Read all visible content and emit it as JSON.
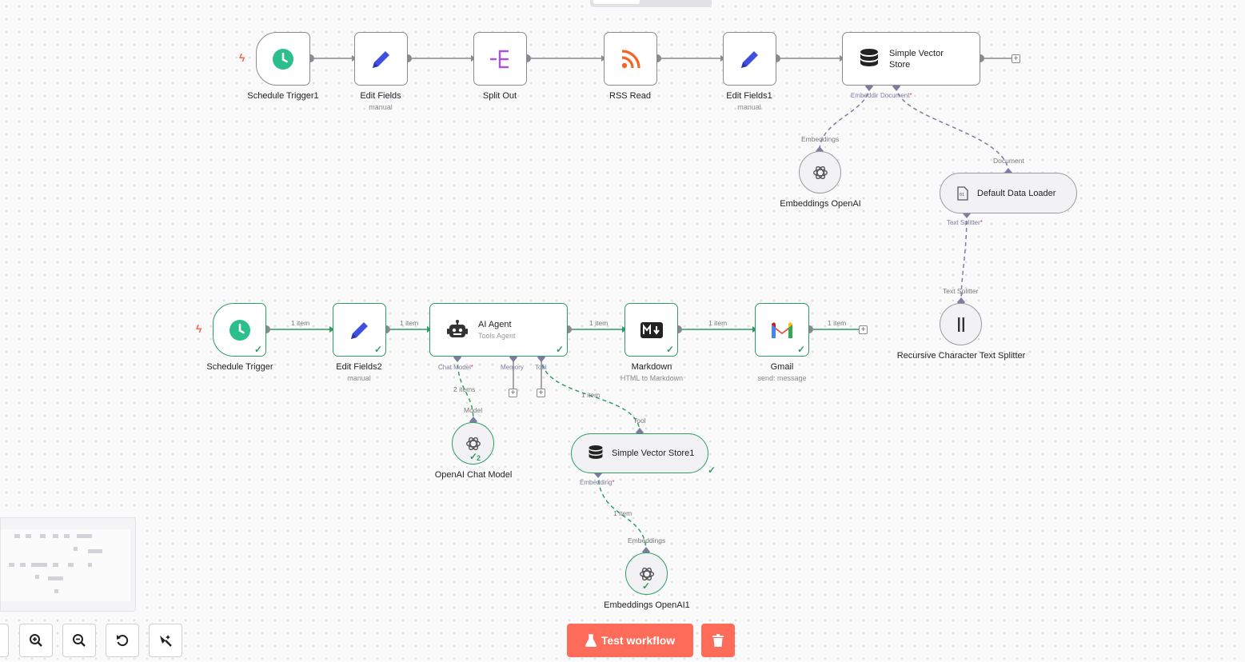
{
  "nodes": {
    "schedule_trigger1": {
      "label": "Schedule Trigger1"
    },
    "edit_fields": {
      "label": "Edit Fields",
      "subtitle": "manual"
    },
    "split_out": {
      "label": "Split Out"
    },
    "rss_read": {
      "label": "RSS Read"
    },
    "edit_fields1": {
      "label": "Edit Fields1",
      "subtitle": "manual"
    },
    "simple_vector_store": {
      "label": "Simple Vector Store"
    },
    "embeddings_openai": {
      "label": "Embeddings OpenAI"
    },
    "default_data_loader": {
      "label": "Default Data Loader"
    },
    "recursive_splitter": {
      "label": "Recursive Character Text Splitter"
    },
    "schedule_trigger": {
      "label": "Schedule Trigger"
    },
    "edit_fields2": {
      "label": "Edit Fields2",
      "subtitle": "manual"
    },
    "ai_agent": {
      "label": "AI Agent",
      "subtitle": "Tools Agent"
    },
    "markdown": {
      "label": "Markdown",
      "subtitle": "HTML to Markdown"
    },
    "gmail": {
      "label": "Gmail",
      "subtitle": "send: message"
    },
    "openai_chat_model": {
      "label": "OpenAI Chat Model",
      "run_count": "2"
    },
    "simple_vector_store1": {
      "label": "Simple Vector Store1"
    },
    "embeddings_openai1": {
      "label": "Embeddings OpenAI1"
    }
  },
  "ports": {
    "embedding_short": "Embeddir",
    "document": "Document",
    "embeddings": "Embeddings",
    "text_splitter": "Text Splitter",
    "chat_model": "Chat Model",
    "memory": "Memory",
    "tool": "Tool",
    "model": "Model",
    "embedding": "Embedding",
    "required_mark": "*"
  },
  "edge_labels": {
    "one_item": "1 item",
    "two_items": "2 items"
  },
  "buttons": {
    "test_workflow": "Test workflow"
  },
  "icons": {
    "trigger": "bolt-icon",
    "clock": "clock-icon",
    "pencil": "pencil-icon",
    "split": "split-out-icon",
    "rss": "rss-icon",
    "database": "database-icon",
    "openai": "openai-icon",
    "file": "file-icon",
    "splitter": "text-splitter-icon",
    "robot": "robot-icon",
    "markdown": "markdown-icon",
    "gmail": "gmail-icon",
    "flask": "flask-icon",
    "trash": "trash-icon",
    "zoom_in": "zoom-in-icon",
    "zoom_out": "zoom-out-icon",
    "reset": "reset-zoom-icon",
    "tidy": "tidy-up-icon"
  },
  "colors": {
    "accent": "#ff6d5a",
    "success": "#2e9d63",
    "trigger_clock": "#2bbf8c",
    "pencil": "#3f4fe0",
    "split": "#a855d6",
    "rss": "#f26522"
  }
}
